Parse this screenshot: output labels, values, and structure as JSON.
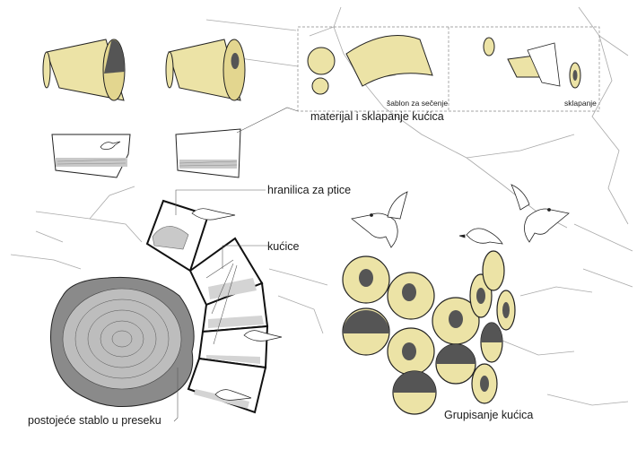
{
  "labels": {
    "material": "materijal i sklapanje kućica",
    "template": "šablon za sečenje",
    "assembly": "sklapanje",
    "feeder": "hranilica za ptice",
    "houses": "kućice",
    "tree": "postojeće stablo u preseku",
    "grouping": "Grupisanje kućica"
  },
  "colors": {
    "tan": "#ece3a6",
    "dark": "#555555",
    "grey": "#c9c9c9",
    "ink": "#222222"
  }
}
